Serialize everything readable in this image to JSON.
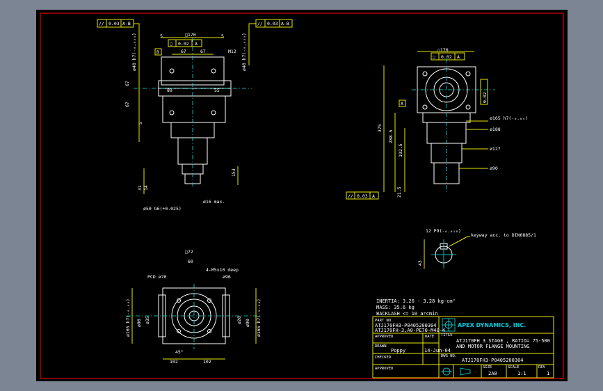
{
  "tolerance_frames": {
    "top_left": {
      "symbol": "//",
      "value": "0.03",
      "datum": "A-B"
    },
    "top_right": {
      "symbol": "//",
      "value": "0.03",
      "datum": "A-B"
    },
    "top_mid": {
      "symbol": "□",
      "value": "0.02",
      "datum": "A"
    },
    "side_view_top": {
      "symbol": "□",
      "value": "0.02",
      "datum": "A"
    },
    "side_view_right": {
      "symbol": "⊥",
      "value": "0.02",
      "datum": "A"
    },
    "side_view_bottom": {
      "symbol": "//",
      "value": "0.03",
      "datum": "A"
    }
  },
  "datum_labels": {
    "b": "B",
    "a": "A"
  },
  "dims_front": {
    "sq170": "□170",
    "d5a": "5",
    "d5b": "5",
    "d67a": "67",
    "d67b": "67",
    "m12": "M12",
    "d80": "80",
    "d55": "55",
    "d67v1": "67",
    "d67v2": "67",
    "d5v": "5",
    "phi40_left": "ø40 h7(₋₀.₀₂₅)",
    "phi40_right": "ø40 h7(₋₀.₀₂₅)",
    "d153": "153",
    "d31": "31",
    "d14": "14",
    "phi16": "ø16 max.",
    "phi50": "ø50 G6(+0.025)"
  },
  "dims_side": {
    "sq170": "□170",
    "phi165": "ø165 h7(₋₀.₀₄)",
    "phi188": "ø188",
    "phi127": "ø127",
    "phi90": "ø90",
    "d375": "375",
    "d2885": "288.5",
    "d1925": "192.5",
    "d215": "21.5"
  },
  "dims_bottom": {
    "sq72": "□72",
    "d60": "60",
    "m5": "4-M5x10 deep",
    "phi96": "ø96",
    "pcd": "PCD ø70",
    "phi165_left": "ø165 h7(₋₀.₀₄)",
    "phi165_right": "ø165 h7(₋₀.₀₄)",
    "phi90a": "ø90",
    "phi90b": "ø90",
    "phi35": "ø35",
    "phi28": "ø28",
    "angle": "45°",
    "d102a": "102",
    "d102b": "102"
  },
  "keyway": {
    "label": "12 P9(₋₀.₀₁₈)",
    "note": "keyway acc. to DIN6885/1",
    "depth": "43"
  },
  "specs": [
    "INERTIA: 3.26 - 3.28 kg-cm²",
    "MASS: 35.6 kg",
    "BACKLASH <= 10 arcmin"
  ],
  "title_block": {
    "part_no_label": "PART NO.",
    "part_no_1": "ATJ170FH3-P0405200304",
    "part_no_2": "ATJ170FH-3,A0-PE70-M40-4",
    "company": "APEX DYNAMICS, INC.",
    "approved_label": "APPROVED",
    "date_label": "DATE",
    "title_label": "TITLE",
    "title_line1": "ATJ170FH 3 STAGE , RATIO= 75-500",
    "title_line2": "AND MOTOR FLANGE MOUNTING",
    "drawn_label": "DRAWN",
    "drawn_by": "Poppy",
    "drawn_date": "14-Jun-04",
    "dwg_label": "DWG NO.",
    "dwg_no": "ATJ170FH3-P0405200304",
    "checked_label": "CHECKED",
    "size_label": "SIZE",
    "scale_label": "SCALE",
    "rev_label": "REV",
    "approved2_label": "APPROVED",
    "size": "2A0",
    "scale": "1:1",
    "rev": "1"
  }
}
